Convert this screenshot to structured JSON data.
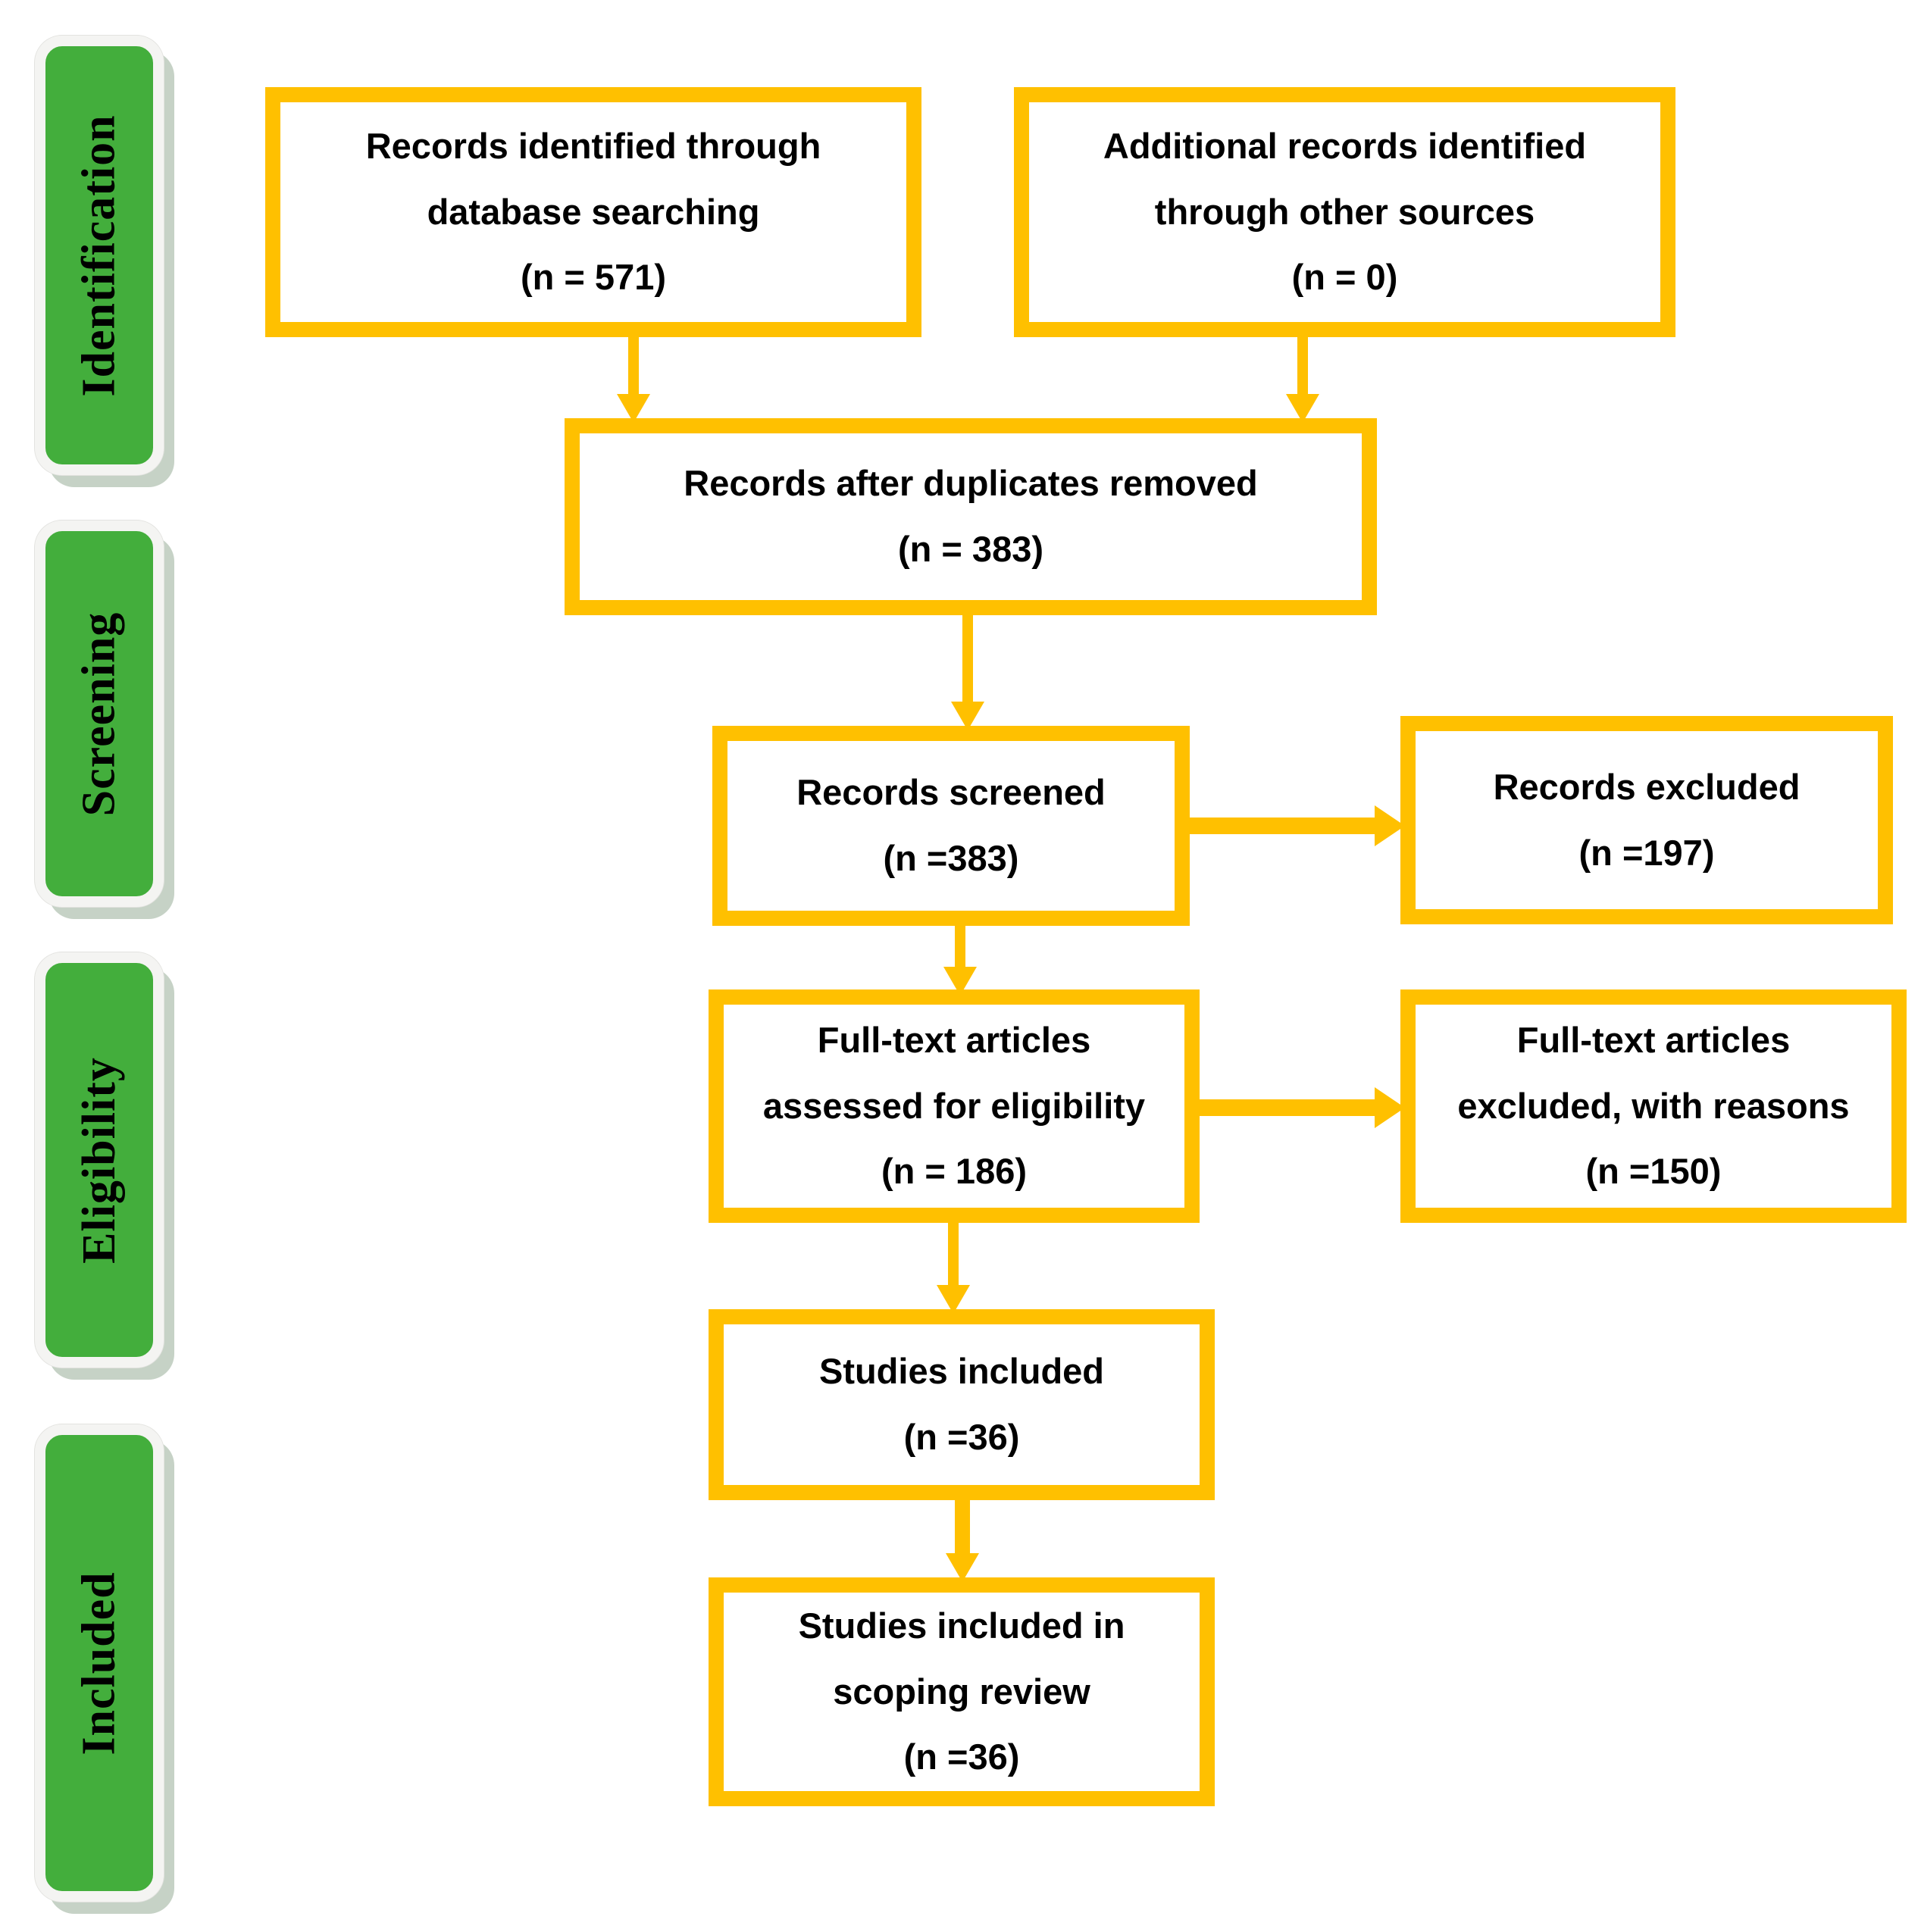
{
  "colors": {
    "gold": "#FFC000",
    "green": "#43AE3C",
    "shadow": "#C6D2C6",
    "text": "#000000"
  },
  "stages": [
    {
      "label": "Identification"
    },
    {
      "label": "Screening"
    },
    {
      "label": "Eligibility"
    },
    {
      "label": "Included"
    }
  ],
  "boxes": {
    "identified": {
      "text": "Records identified through\ndatabase searching\n(n = 571)"
    },
    "additional": {
      "text": "Additional records identified\nthrough other sources\n(n = 0)"
    },
    "duplicates": {
      "text": "Records after duplicates removed\n(n = 383)"
    },
    "screened": {
      "text": "Records screened\n(n =383)"
    },
    "excluded": {
      "text": "Records excluded\n(n =197)"
    },
    "fulltext": {
      "text": "Full-text articles\nassessed for eligibility\n(n = 186)"
    },
    "fulltext_excluded": {
      "text": "Full-text articles\nexcluded, with reasons\n(n =150)"
    },
    "studies": {
      "text": "Studies included\n(n =36)"
    },
    "scoping": {
      "text": "Studies included in\nscoping review\n(n =36)"
    }
  }
}
